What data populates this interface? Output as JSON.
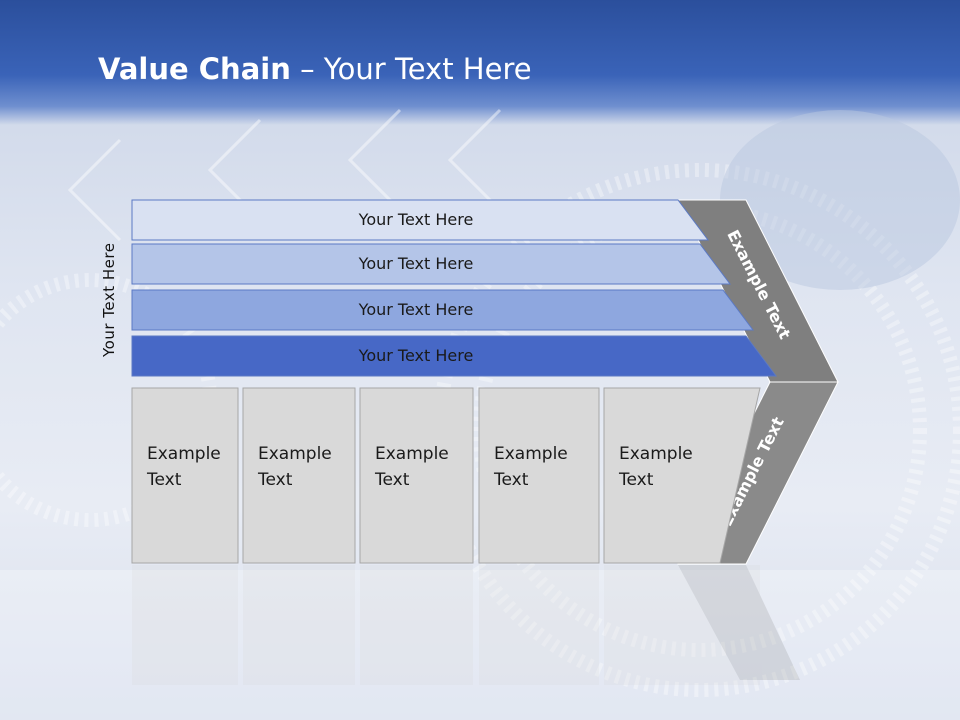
{
  "slide": {
    "title_bold": "Value Chain",
    "title_rest": " – Your Text Here",
    "side_label": "Your Text Here"
  },
  "bars": [
    {
      "label": "Your Text Here",
      "color": "#d9e1f2"
    },
    {
      "label": "Your Text Here",
      "color": "#b4c5e8"
    },
    {
      "label": "Your Text Here",
      "color": "#8ea7df"
    },
    {
      "label": "Your Text Here",
      "color": "#4768c6"
    }
  ],
  "boxes": [
    {
      "line1": "Example",
      "line2": "Text"
    },
    {
      "line1": "Example",
      "line2": "Text"
    },
    {
      "line1": "Example",
      "line2": "Text"
    },
    {
      "line1": "Example",
      "line2": "Text"
    },
    {
      "line1": "Example",
      "line2": "Text"
    }
  ],
  "arrow": {
    "upper_text": "Example Text",
    "lower_text": "Example Text",
    "upper_color": "#7f7f7f",
    "lower_color": "#8a8a8a"
  },
  "colors": {
    "box_fill": "#d9d9d9",
    "box_stroke": "#a6a6a6"
  }
}
